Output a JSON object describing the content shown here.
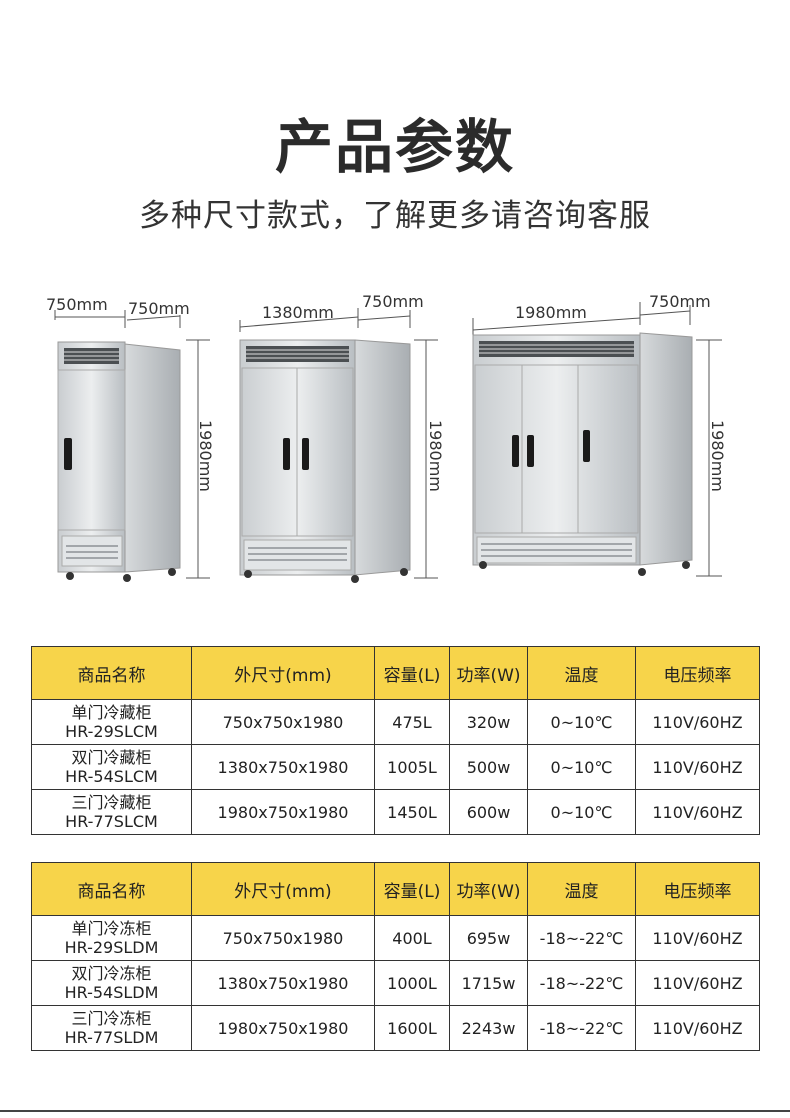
{
  "title": "产品参数",
  "subtitle": "多种尺寸款式，了解更多请咨询客服",
  "dimensions": {
    "single": {
      "width": "750mm",
      "depth": "750mm",
      "height": "1980mm"
    },
    "double": {
      "width": "1380mm",
      "depth": "750mm",
      "height": "1980mm"
    },
    "triple": {
      "width": "1980mm",
      "depth": "750mm",
      "height": "1980mm"
    }
  },
  "headers": [
    "商品名称",
    "外尺寸(mm)",
    "容量(L)",
    "功率(W)",
    "温度",
    "电压频率"
  ],
  "refrigerated": [
    {
      "name": "单门冷藏柜",
      "model": "HR-29SLCM",
      "size": "750x750x1980",
      "capacity": "475L",
      "power": "320w",
      "temp": "0~10℃",
      "voltage": "110V/60HZ"
    },
    {
      "name": "双门冷藏柜",
      "model": "HR-54SLCM",
      "size": "1380x750x1980",
      "capacity": "1005L",
      "power": "500w",
      "temp": "0~10℃",
      "voltage": "110V/60HZ"
    },
    {
      "name": "三门冷藏柜",
      "model": "HR-77SLCM",
      "size": "1980x750x1980",
      "capacity": "1450L",
      "power": "600w",
      "temp": "0~10℃",
      "voltage": "110V/60HZ"
    }
  ],
  "frozen": [
    {
      "name": "单门冷冻柜",
      "model": "HR-29SLDM",
      "size": "750x750x1980",
      "capacity": "400L",
      "power": "695w",
      "temp": "-18~-22℃",
      "voltage": "110V/60HZ"
    },
    {
      "name": "双门冷冻柜",
      "model": "HR-54SLDM",
      "size": "1380x750x1980",
      "capacity": "1000L",
      "power": "1715w",
      "temp": "-18~-22℃",
      "voltage": "110V/60HZ"
    },
    {
      "name": "三门冷冻柜",
      "model": "HR-77SLDM",
      "size": "1980x750x1980",
      "capacity": "1600L",
      "power": "2243w",
      "temp": "-18~-22℃",
      "voltage": "110V/60HZ"
    }
  ],
  "colors": {
    "header_bg": "#f7d44a",
    "steel_light": "#dfe2e4",
    "steel_dark": "#9aa0a4",
    "handle": "#1a1a1a"
  }
}
